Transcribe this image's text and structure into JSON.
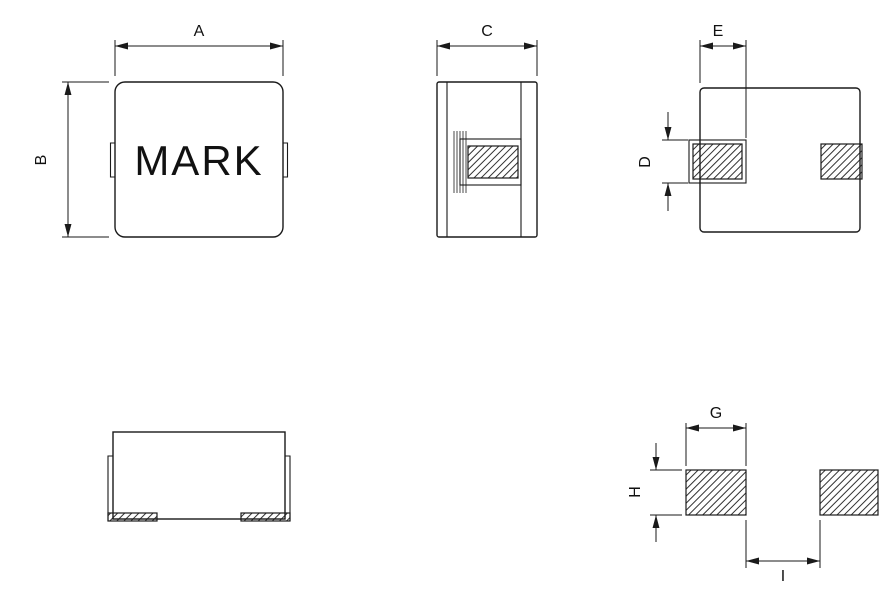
{
  "labels": {
    "mark": "MARK",
    "dim_a": "A",
    "dim_b": "B",
    "dim_c": "C",
    "dim_d": "D",
    "dim_e": "E",
    "dim_g": "G",
    "dim_h": "H",
    "dim_i": "I"
  },
  "colors": {
    "line": "#1a1a1a",
    "background": "#ffffff"
  }
}
